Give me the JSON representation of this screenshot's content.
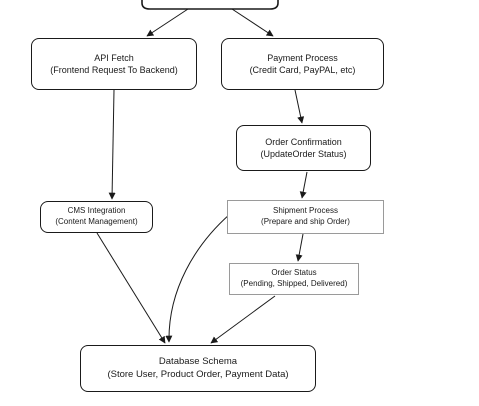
{
  "diagram": {
    "nodes": {
      "api_fetch": {
        "title": "API Fetch",
        "subtitle": "(Frontend Request To Backend)"
      },
      "payment_process": {
        "title": "Payment Process",
        "subtitle": "(Credit Card, PayPAL, etc)"
      },
      "order_confirmation": {
        "title": "Order Confirmation",
        "subtitle": "(UpdateOrder Status)"
      },
      "cms_integration": {
        "title": "CMS Integration",
        "subtitle": "(Content Management)"
      },
      "shipment_process": {
        "title": "Shipment Process",
        "subtitle": "(Prepare and ship Order)"
      },
      "order_status": {
        "title": "Order Status",
        "subtitle": "(Pending, Shipped, Delivered)"
      },
      "database_schema": {
        "title": "Database Schema",
        "subtitle": "(Store User, Product Order, Payment Data)"
      }
    },
    "colors": {
      "stroke": "#1a1a1a",
      "thin_border": "#9a9a9a",
      "background": "#ffffff"
    }
  }
}
